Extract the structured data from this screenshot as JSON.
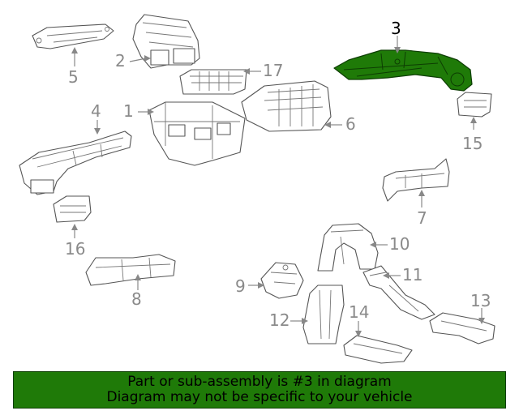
{
  "diagram": {
    "highlighted_part": "3",
    "highlight_color": "#1f7a08",
    "callouts": {
      "c1": "1",
      "c2": "2",
      "c3": "3",
      "c4": "4",
      "c5": "5",
      "c6": "6",
      "c7": "7",
      "c8": "8",
      "c9": "9",
      "c10": "10",
      "c11": "11",
      "c12": "12",
      "c13": "13",
      "c14": "14",
      "c15": "15",
      "c16": "16",
      "c17": "17"
    }
  },
  "banner": {
    "line1": "Part or sub-assembly is #3 in diagram",
    "line2": "Diagram may not be specific to your vehicle"
  }
}
